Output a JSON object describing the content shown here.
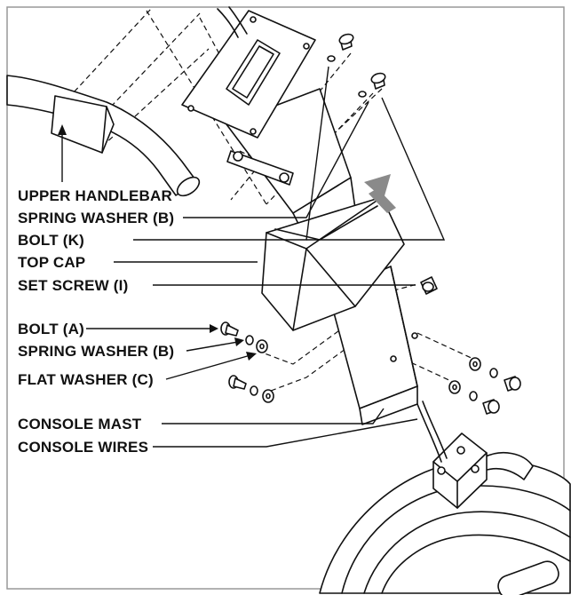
{
  "labels": {
    "upper_handlebar": "UPPER HANDLEBAR",
    "spring_washer_b_top": "SPRING WASHER (B)",
    "bolt_k": "BOLT (K)",
    "top_cap": "TOP CAP",
    "set_screw_i": "SET SCREW (I)",
    "bolt_a": "BOLT (A)",
    "spring_washer_b": "SPRING WASHER (B)",
    "flat_washer_c": "FLAT WASHER (C)",
    "console_mast": "CONSOLE MAST",
    "console_wires": "CONSOLE WIRES"
  },
  "colors": {
    "ink": "#111111",
    "arrow_gray": "#8a8a8a",
    "frame_border": "#999999",
    "background": "#ffffff"
  }
}
